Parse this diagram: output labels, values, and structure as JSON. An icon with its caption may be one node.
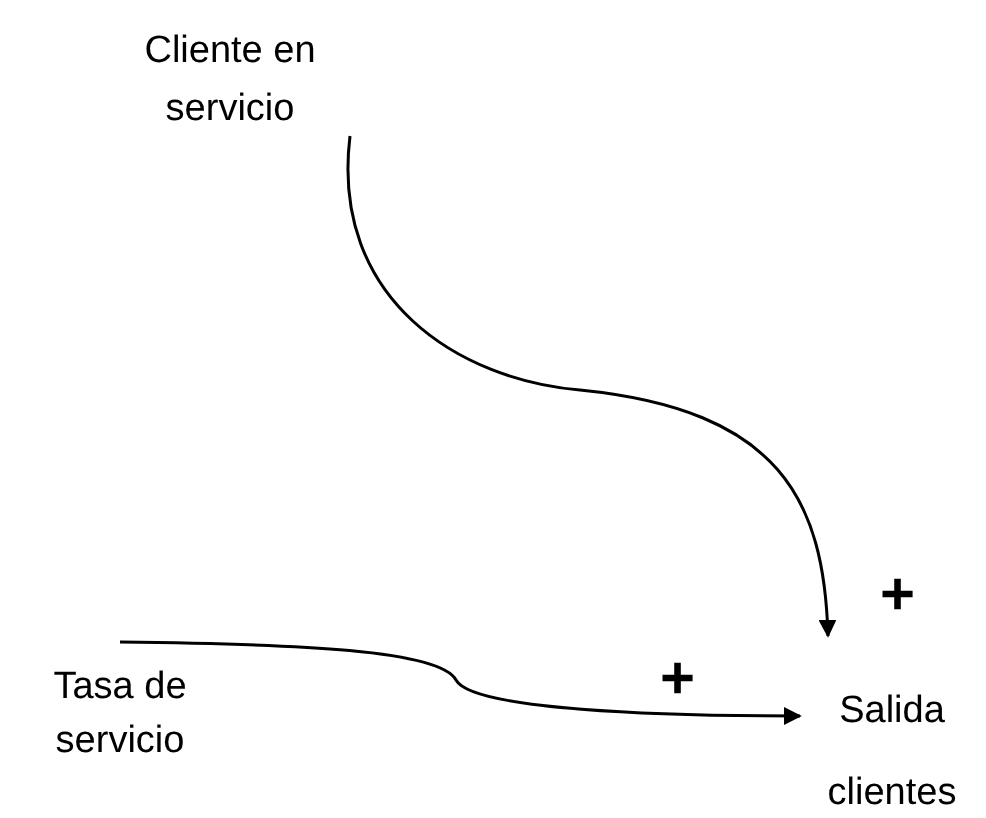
{
  "diagram": {
    "nodes": [
      {
        "text": [
          "Cliente en servicio"
        ]
      },
      {
        "text": [
          "Salida clientes"
        ]
      },
      {
        "text": [
          "Tasa de servicio"
        ]
      }
    ],
    "edges": [
      {
        "from": 0,
        "to": 1,
        "arrow": "to",
        "label": "+"
      },
      {
        "from": 2,
        "to": 1,
        "arrow": "to",
        "label": "+"
      }
    ]
  }
}
